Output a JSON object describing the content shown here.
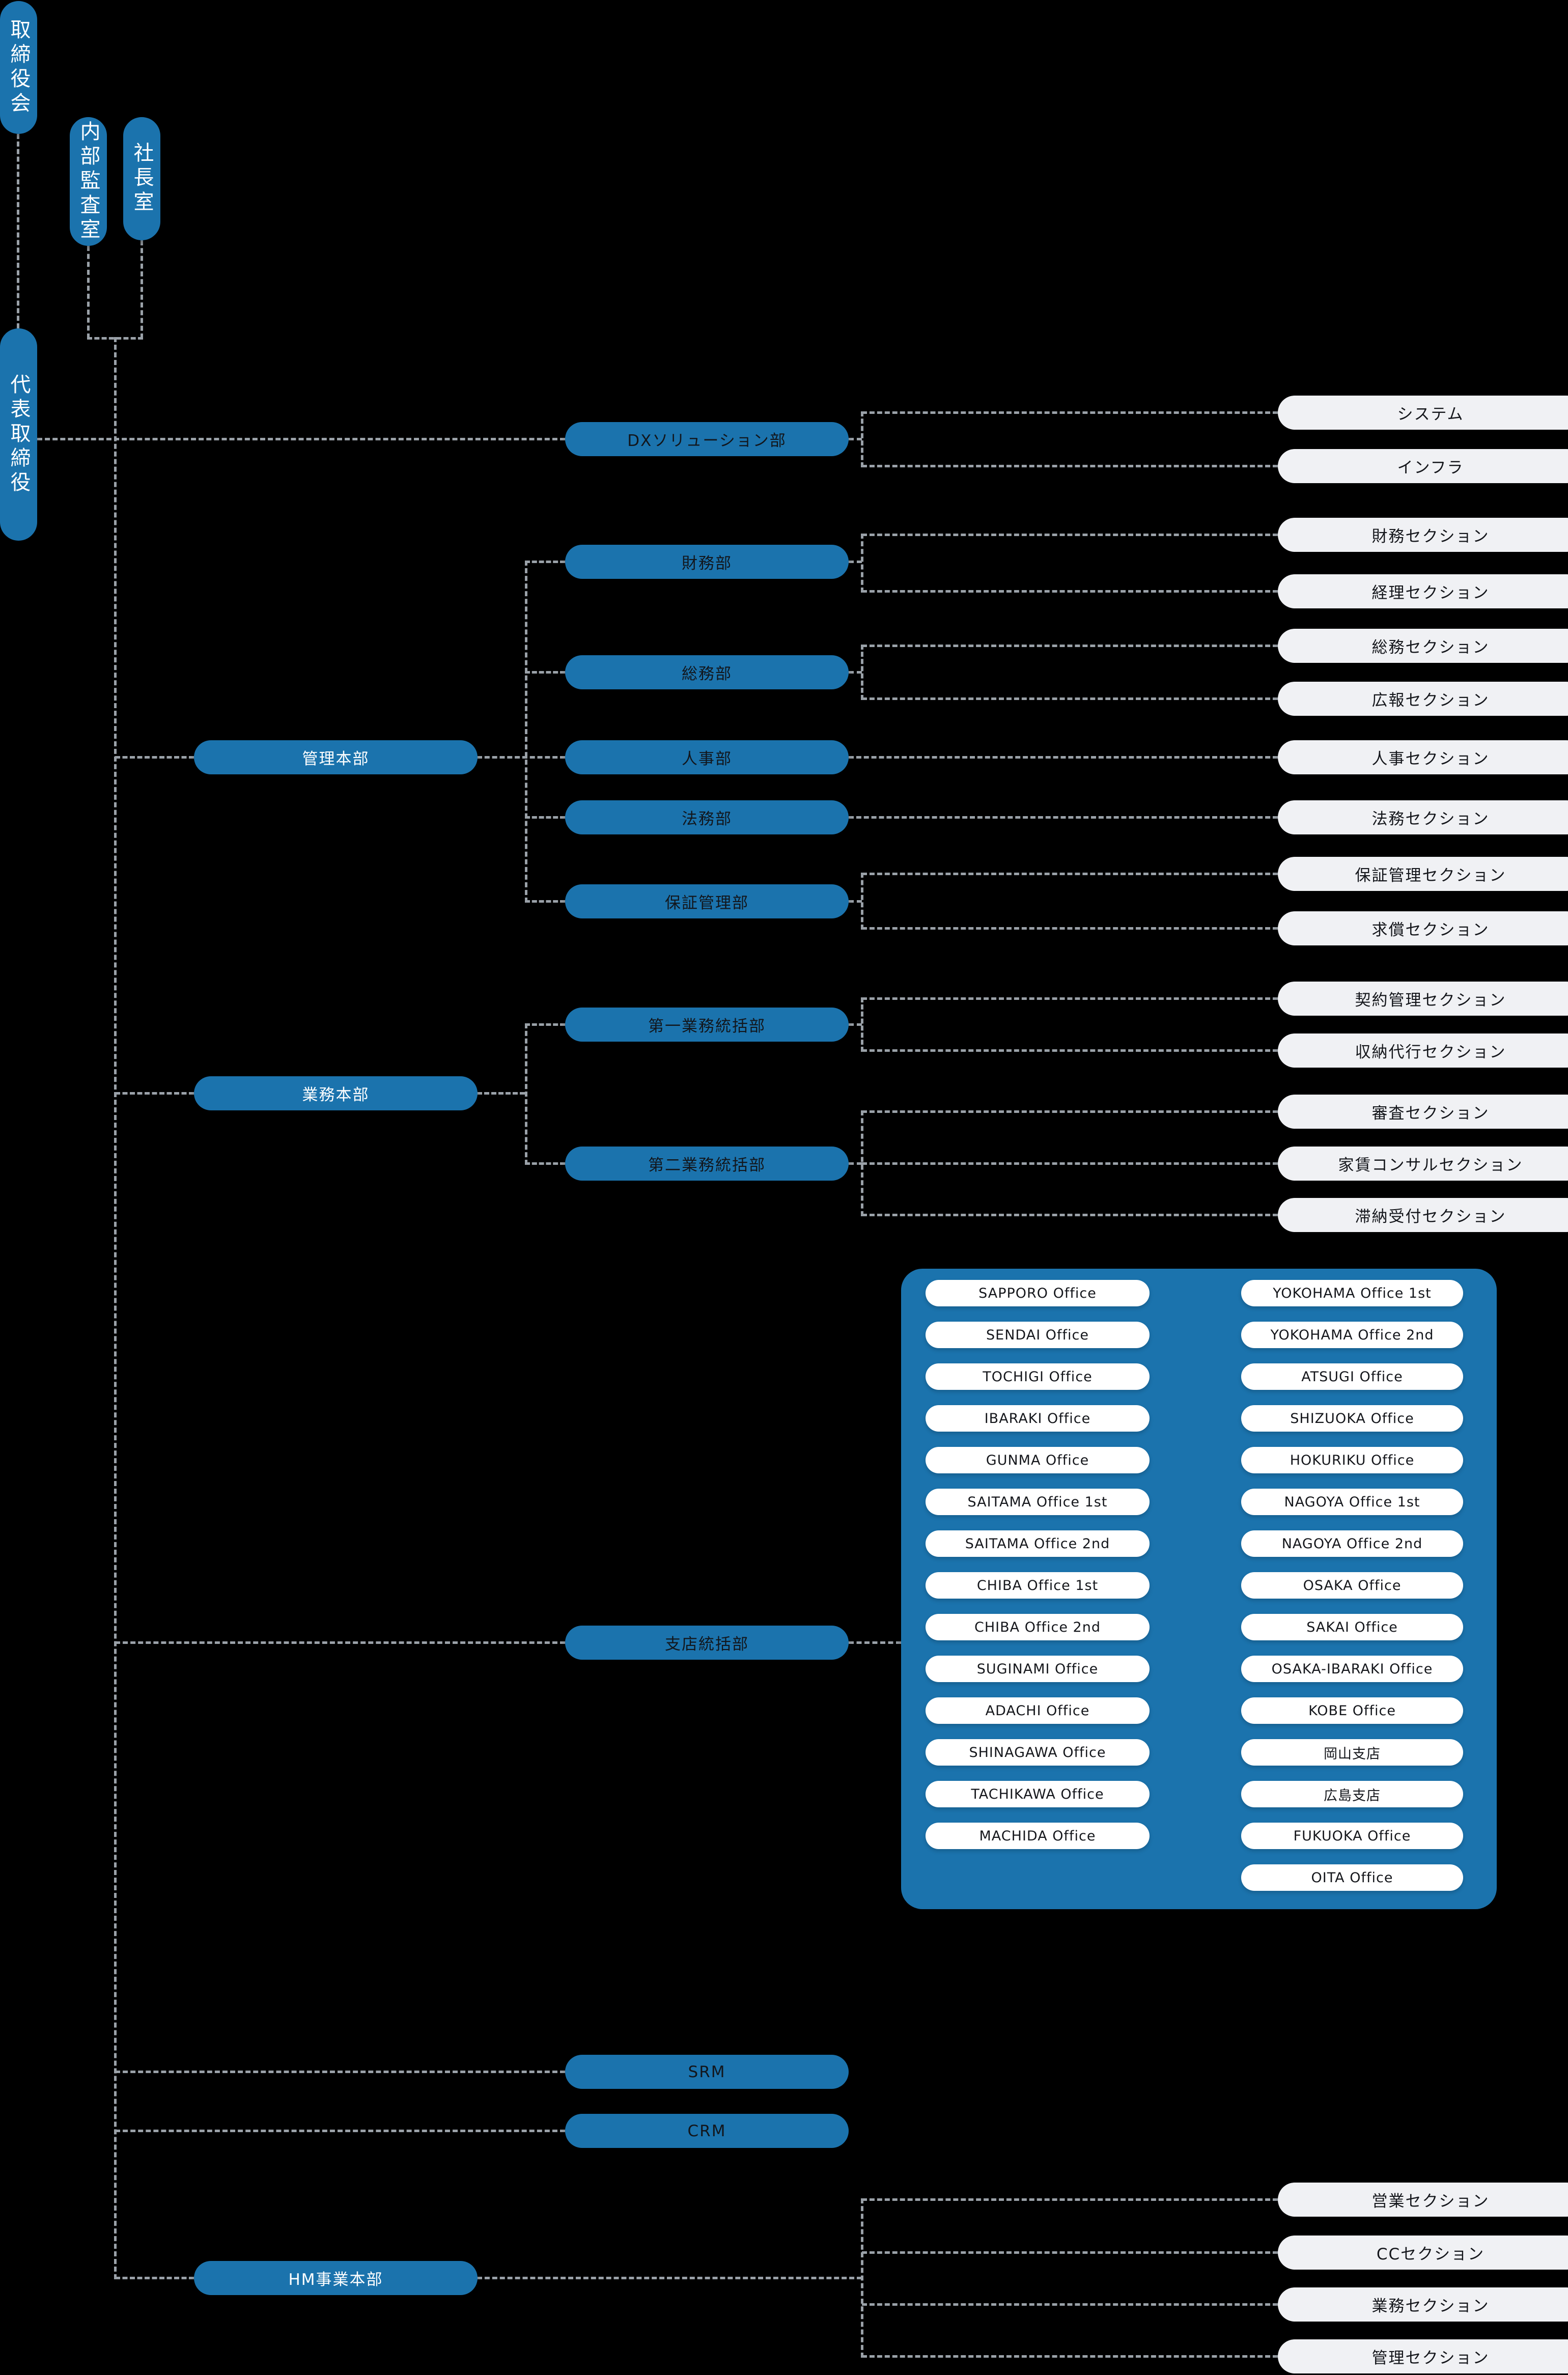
{
  "org": {
    "board": "取締役会",
    "audit": "内部監査室",
    "pres": "社長室",
    "rep": "代表取締役",
    "hq": {
      "admin": "管理本部",
      "ops": "業務本部",
      "hm": "HM事業本部"
    },
    "dept": {
      "dx": "DXソリューション部",
      "finance": "財務部",
      "general": "総務部",
      "hr": "人事部",
      "legal": "法務部",
      "guarantee": "保証管理部",
      "ops1": "第一業務統括部",
      "ops2": "第二業務統括部",
      "branch": "支店統括部",
      "srm": "SRM",
      "crm": "CRM"
    },
    "sec": {
      "system": "システム",
      "infra": "インフラ",
      "zaimu": "財務セクション",
      "keiri": "経理セクション",
      "soumu": "総務セクション",
      "kouhou": "広報セクション",
      "jinji": "人事セクション",
      "houmu": "法務セクション",
      "hoshokanri": "保証管理セクション",
      "kyusho": "求償セクション",
      "keiyaku": "契約管理セクション",
      "shunou": "収納代行セクション",
      "shinsa": "審査セクション",
      "yachin": "家賃コンサルセクション",
      "tainou": "滞納受付セクション",
      "eigyo": "営業セクション",
      "cc": "CCセクション",
      "gyomu": "業務セクション",
      "kanri": "管理セクション"
    },
    "offices": {
      "left": [
        "SAPPORO Office",
        "SENDAI Office",
        "TOCHIGI Office",
        "IBARAKI Office",
        "GUNMA Office",
        "SAITAMA Office 1st",
        "SAITAMA Office 2nd",
        "CHIBA Office 1st",
        "CHIBA Office 2nd",
        "SUGINAMI Office",
        "ADACHI Office",
        "SHINAGAWA Office",
        "TACHIKAWA Office",
        "MACHIDA Office"
      ],
      "right": [
        "YOKOHAMA Office 1st",
        "YOKOHAMA Office 2nd",
        "ATSUGI Office",
        "SHIZUOKA Office",
        "HOKURIKU Office",
        "NAGOYA Office 1st",
        "NAGOYA Office 2nd",
        "OSAKA Office",
        "SAKAI Office",
        "OSAKA-IBARAKI Office",
        "KOBE Office",
        "岡山支店",
        "広島支店",
        "FUKUOKA Office",
        "OITA Office"
      ]
    },
    "colors": {
      "pill_blue": "#1b73ad",
      "section_bg": "#f0f1f4",
      "office_bg": "#ffffff",
      "connector": "#9aa1a8",
      "background": "#000000"
    }
  }
}
